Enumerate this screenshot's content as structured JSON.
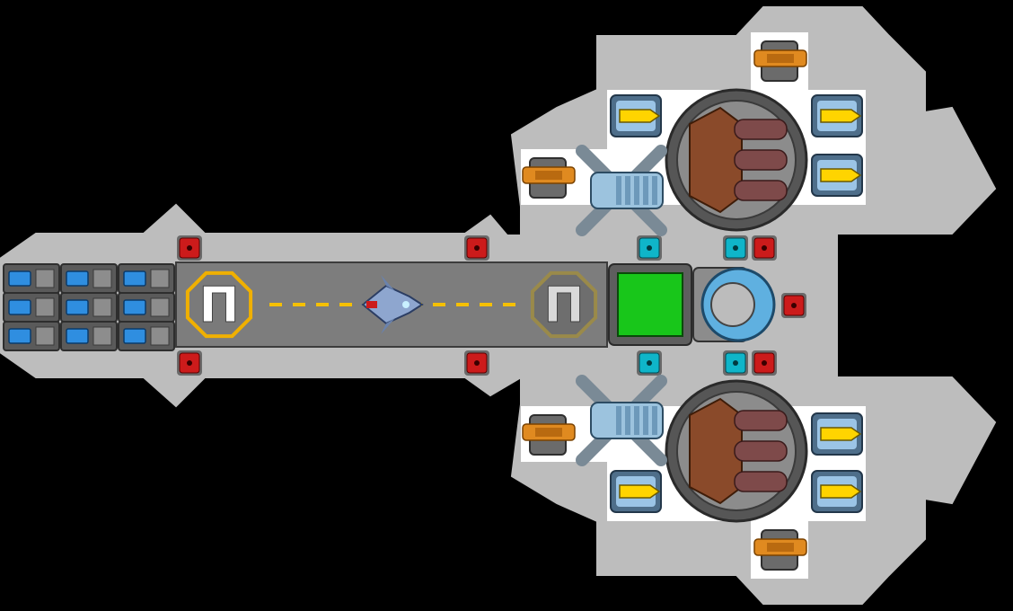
{
  "colors": {
    "background": "#000000",
    "hull": "#bdbdbd",
    "hull_edge": "#9a9a9a",
    "module_bg": "#ffffff",
    "runway": "#7d7d7d",
    "runway_stripe": "#f5c000",
    "pad_border_active": "#f0b000",
    "pad_border_inactive": "#9a8a4a",
    "control_screen": "#18c61a",
    "shield_blue": "#5fb0e0",
    "thruster_red": "#cc1b1b",
    "thruster_cyan": "#0fb5c9",
    "battery_blue": "#2f8ee0",
    "missile_yellow": "#ffd400",
    "autocannon_orange": "#e08a20",
    "reactor_brown": "#8a4a2a"
  },
  "landing_pads": [
    {
      "glyph": "Π",
      "state": "active"
    },
    {
      "glyph": "Π",
      "state": "inactive"
    }
  ],
  "icons": {
    "battery": "battery-icon",
    "landing_pad": "landing-pad-icon",
    "docked_fighter": "fighter-ship-icon",
    "control_seat": "control-seat-icon",
    "shield_generator": "shield-generator-icon",
    "thruster_red": "thruster-icon",
    "thruster_cyan": "thruster-icon",
    "autocannon": "autocannon-icon",
    "missile_launcher": "missile-launcher-icon",
    "reactor": "reactor-icon",
    "railgun_battery": "railgun-icon"
  }
}
